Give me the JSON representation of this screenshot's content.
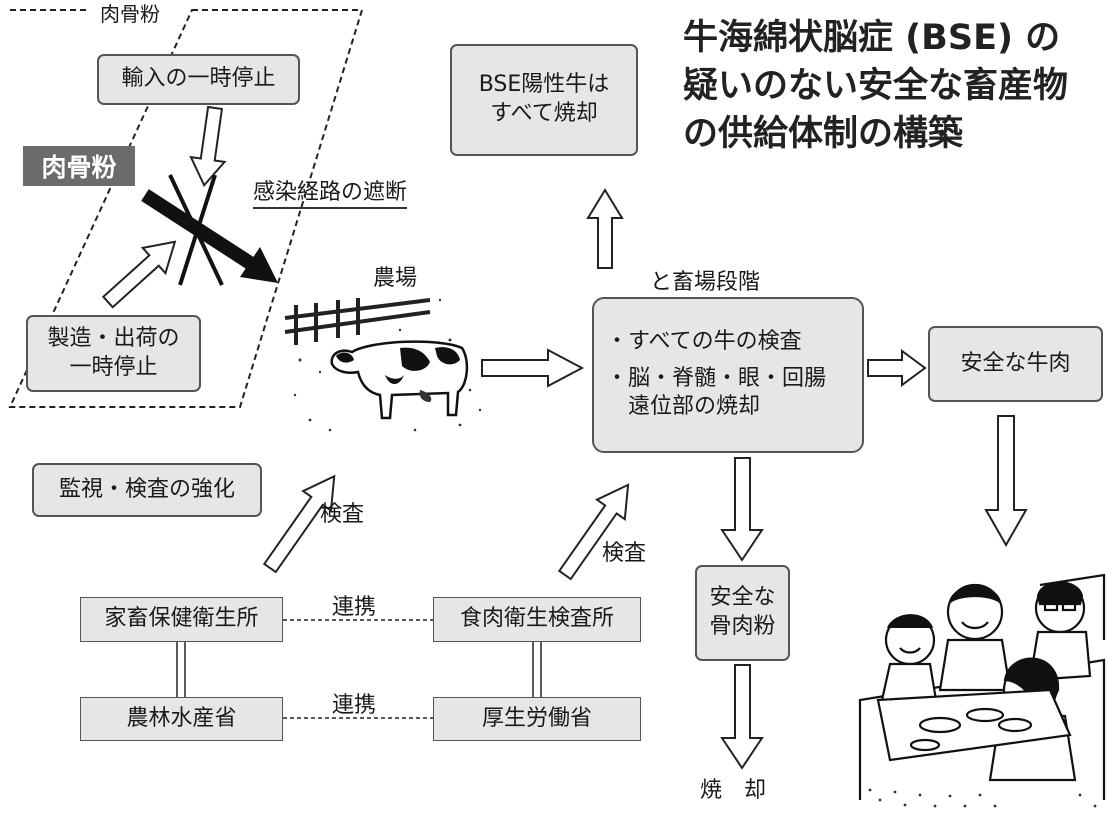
{
  "title": {
    "line1": "牛海綿状脳症 (BSE) の",
    "line2": "疑いのない安全な畜産物",
    "line3": "の供給体制の構築"
  },
  "meat_bone_region": {
    "label": "肉骨粉",
    "import_halt": "輸入の一時停止",
    "shipping_halt_line1": "製造・出荷の",
    "shipping_halt_line2": "一時停止",
    "highlight_label": "肉骨粉",
    "route_block": "感染経路の遮断"
  },
  "bse_positive_box": {
    "line1": "BSE陽性牛は",
    "line2": "すべて焼却"
  },
  "farm_label": "農場",
  "slaughter": {
    "stage_label": "と畜場段階",
    "bullet1": "・すべての牛の検査",
    "bullet2_line1": "・脳・脊髄・眼・回腸",
    "bullet2_line2": "遠位部の焼却"
  },
  "safe_beef": "安全な牛肉",
  "safe_meal": {
    "line1": "安全な",
    "line2": "骨肉粉"
  },
  "incineration": "焼　却",
  "monitoring": "監視・検査の強化",
  "inspection_left": "検査",
  "inspection_right": "検査",
  "livestock_health_office": "家畜保健衛生所",
  "meat_inspection_office": "食肉衛生検査所",
  "maff": "農林水産省",
  "mhlw": "厚生労働省",
  "cooperation_top": "連携",
  "cooperation_bottom": "連携"
}
